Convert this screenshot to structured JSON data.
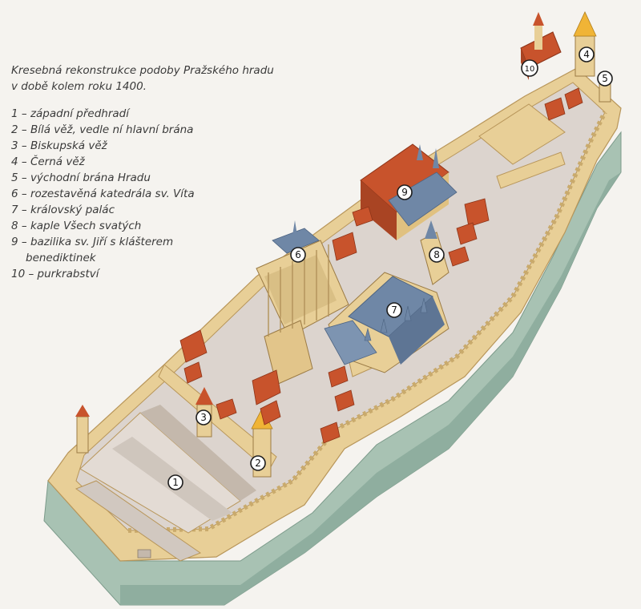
{
  "caption": {
    "line1": "Kresebná rekonstrukce podoby Pražského hradu",
    "line2": "v době kolem roku 1400."
  },
  "legend": [
    {
      "num": "1",
      "sep": " – ",
      "text": "západní předhradí"
    },
    {
      "num": "2",
      "sep": " – ",
      "text": "Bílá věž, vedle ní hlavní brána"
    },
    {
      "num": "3",
      "sep": " – ",
      "text": "Biskupská věž"
    },
    {
      "num": "4",
      "sep": " – ",
      "text": "Černá věž"
    },
    {
      "num": "5",
      "sep": " – ",
      "text": "východní brána Hradu"
    },
    {
      "num": "6",
      "sep": " – ",
      "text": "rozestavěná katedrála sv. Víta"
    },
    {
      "num": "7",
      "sep": " – ",
      "text": "královský palác"
    },
    {
      "num": "8",
      "sep": " – ",
      "text": "kaple Všech svatých"
    },
    {
      "num": "9",
      "sep": " – ",
      "text": "bazilika sv. Jiří s klášterem",
      "cont": "benediktinek"
    },
    {
      "num": "10",
      "sep": " – ",
      "text": "purkrabství"
    }
  ],
  "markers": [
    "1",
    "2",
    "3",
    "4",
    "5",
    "6",
    "7",
    "8",
    "9",
    "10"
  ],
  "colors": {
    "wall_face": "#e8cf97",
    "wall_top": "#f3e2b6",
    "courtyard": "#dcd4ce",
    "roof_red": "#c8532c",
    "roof_blue": "#6f87a6",
    "slope": "#a8c2b3",
    "spire_gold": "#f0b436"
  }
}
